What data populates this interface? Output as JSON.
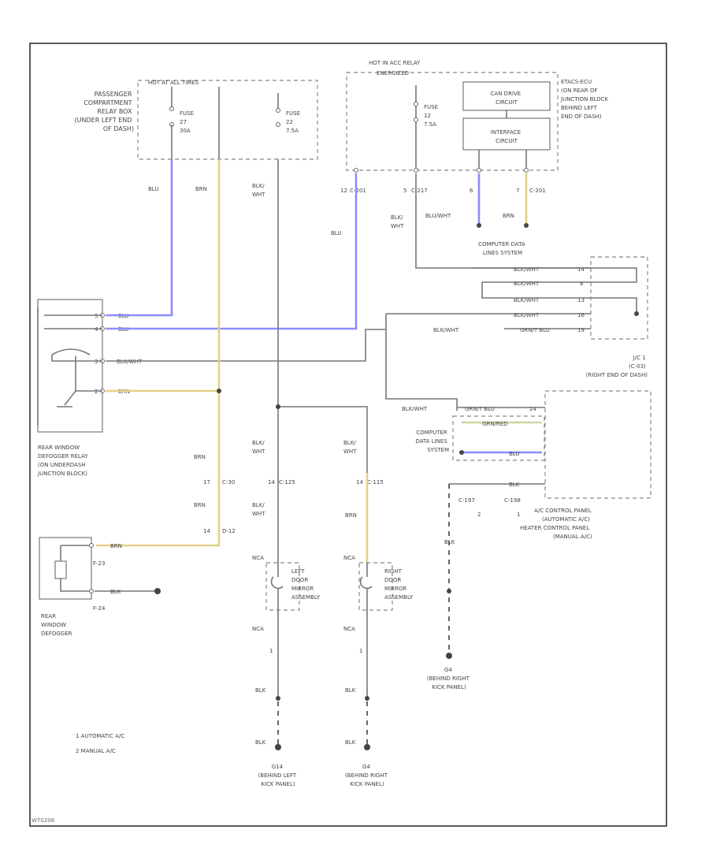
{
  "labels": {
    "hot_at_all_times": "HOT AT ALL TIMES",
    "passenger_jb": [
      "PASSENGER",
      "COMPARTMENT",
      "RELAY BOX",
      "(UNDER LEFT END",
      "OF DASH)"
    ],
    "fuse27_1": "FUSE",
    "fuse27_2": "27",
    "fuse27_3": "30A",
    "fuse22_1": "FUSE",
    "fuse22_2": "22",
    "fuse22_3": "7.5A",
    "hot_acc_relay": "HOT IN ACC RELAY",
    "energized": "ENERGIZED",
    "fuse12_1": "FUSE",
    "fuse12_2": "12",
    "fuse12_3": "7.5A",
    "can_drive": [
      "CAN DRIVE",
      "CIRCUIT"
    ],
    "interface": [
      "INTERFACE",
      "CIRCUIT"
    ],
    "etacs": [
      "ETACS-ECU",
      "(ON REAR OF",
      "JUNCTION BLOCK",
      "BEHIND LEFT",
      "END OF DASH)"
    ],
    "c_12": "12",
    "c_201a": "C-201",
    "c_5": "5",
    "c_217": "C-217",
    "c_6": "6",
    "c_7": "7",
    "c_201b": "C-201",
    "blu1": "BLU",
    "brn1": "BRN",
    "blkwht1": "BLK/",
    "blkwht1b": "WHT",
    "blu2": "BLU",
    "blkwht2": "BLK/",
    "blkwht2b": "WHT",
    "bluwht": "BLU/WHT",
    "brn2": "BRN",
    "cdls1": [
      "COMPUTER DATA",
      "LINES SYSTEM"
    ],
    "jc_rows": [
      "BLK/WHT",
      "BLK/WHT",
      "BLK/WHT",
      "BLK/WHT",
      "GRN/T BLU"
    ],
    "jc_pins": [
      "14",
      "8",
      "13",
      "16",
      "19"
    ],
    "relay_pins": [
      "5",
      "4",
      "3",
      "2"
    ],
    "relay_wires": [
      "BLU",
      "BLU",
      "BLK/WHT",
      "BRN"
    ],
    "jc1": [
      "J/C 1",
      "(C-03)",
      "(RIGHT END OF DASH)"
    ],
    "jc_blkwht": "BLK/WHT",
    "jc_grnblu": "GRN/T BLU",
    "jc_pin24": "24",
    "cdls2": [
      "COMPUTER",
      "DATA LINES",
      "SYSTEM"
    ],
    "grn_red": "GRN/RED",
    "blu3": "BLU",
    "blk1": "BLK",
    "c197": "C-197",
    "c198": "C-198",
    "n2": "2",
    "n1": "1",
    "acpanel": [
      "A/C CONTROL PANEL",
      "(AUTOMATIC A/C)",
      "HEATER CONTROL PANEL",
      "(MANUAL A/C)"
    ],
    "defog_relay": [
      "REAR WINDOW",
      "DEFOGGER RELAY",
      "(ON UNDERDASH",
      "JUNCTION BLOCK)"
    ],
    "brn3": "BRN",
    "c_17": "17",
    "c_c30": "C-30",
    "brn4": "BRN",
    "c_14": "14",
    "c_d12": "D-12",
    "f23": "F-23",
    "f24": "F-24",
    "brn5": "BRN",
    "blk2": "BLK",
    "rear_defog": [
      "REAR",
      "WINDOW",
      "DEFOGGER"
    ],
    "blkwht3": "BLK/",
    "blkwht3b": "WHT",
    "blkwht4": "BLK/",
    "blkwht4b": "WHT",
    "c_14b": "14",
    "c_c125": "C-125",
    "c_14c": "14",
    "c_c115": "C-115",
    "blkwht5": "BLK/",
    "blkwht5b": "WHT",
    "brn6": "BRN",
    "nc1": "NCA",
    "nc2": "NCA",
    "nc3": "NCA",
    "nc4": "NCA",
    "ldm": [
      "LEFT",
      "DOOR",
      "MIRROR",
      "ASSEMBLY"
    ],
    "rdm": [
      "RIGHT",
      "DOOR",
      "MIRROR",
      "ASSEMBLY"
    ],
    "one1": "1",
    "one2": "1",
    "blk3": "BLK",
    "blk4": "BLK",
    "blk5": "BLK",
    "blk6": "BLK",
    "blk7": "BLK",
    "g4a": [
      "G4",
      "(BEHIND RIGHT",
      "KICK PANEL)"
    ],
    "g5": [
      "G14",
      "(BEHIND LEFT",
      "KICK PANEL)"
    ],
    "g4b": [
      "G4",
      "(BEHIND RIGHT",
      "KICK PANEL)"
    ],
    "legend1": "1  AUTOMATIC A/C",
    "legend2": "2  MANUAL A/C",
    "fig_id": "W70206"
  }
}
